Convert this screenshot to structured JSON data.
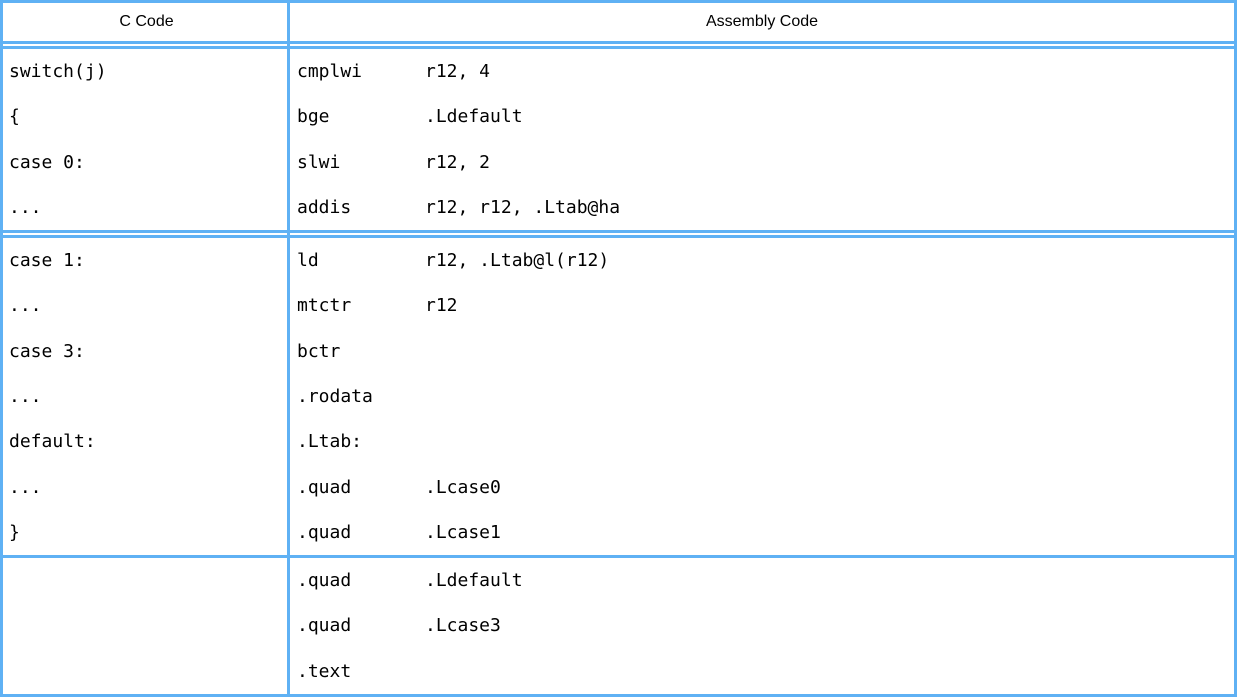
{
  "table": {
    "border_color": "#5fb1f4",
    "text_color": "#000000",
    "header": {
      "c_code_label": "C Code",
      "assembly_label": "Assembly Code"
    },
    "groups": [
      {
        "separator_after": "double",
        "rows": [
          {
            "c": "switch(j)",
            "asm_op": "cmplwi",
            "asm_args": "r12, 4"
          },
          {
            "c": "{",
            "asm_op": "bge",
            "asm_args": ".Ldefault"
          },
          {
            "c": "case 0:",
            "asm_op": "slwi",
            "asm_args": "r12, 2"
          },
          {
            "c": "...",
            "asm_op": "addis",
            "asm_args": "r12, r12, .Ltab@ha"
          }
        ]
      },
      {
        "separator_after": "single",
        "rows": [
          {
            "c": "case 1:",
            "asm_op": "ld",
            "asm_args": "r12, .Ltab@l(r12)"
          },
          {
            "c": "...",
            "asm_op": "mtctr",
            "asm_args": "r12"
          },
          {
            "c": "case 3:",
            "asm_op": "bctr",
            "asm_args": ""
          },
          {
            "c": "...",
            "asm_op": ".rodata",
            "asm_args": ""
          },
          {
            "c": "default:",
            "asm_op": ".Ltab:",
            "asm_args": ""
          },
          {
            "c": "...",
            "asm_op": ".quad",
            "asm_args": ".Lcase0"
          },
          {
            "c": "}",
            "asm_op": ".quad",
            "asm_args": ".Lcase1"
          }
        ]
      },
      {
        "separator_after": "none",
        "rows": [
          {
            "c": "",
            "asm_op": ".quad",
            "asm_args": ".Ldefault"
          },
          {
            "c": "",
            "asm_op": ".quad",
            "asm_args": ".Lcase3"
          },
          {
            "c": "",
            "asm_op": ".text",
            "asm_args": ""
          }
        ]
      }
    ]
  }
}
